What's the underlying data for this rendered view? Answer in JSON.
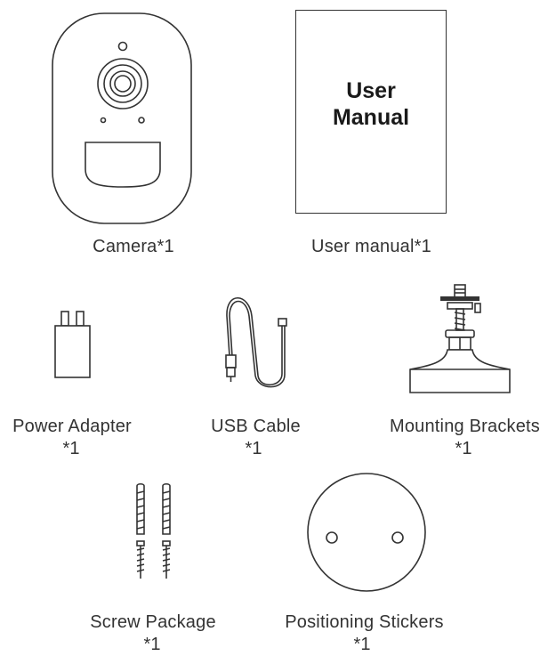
{
  "items": {
    "camera": {
      "label": "Camera*1"
    },
    "user_manual": {
      "label": "User manual*1",
      "cover_line1": "User",
      "cover_line2": "Manual"
    },
    "power_adapter": {
      "label": "Power Adapter",
      "qty": "*1"
    },
    "usb_cable": {
      "label": "USB Cable",
      "qty": "*1"
    },
    "mounting_brackets": {
      "label": "Mounting Brackets",
      "qty": "*1"
    },
    "screw_package": {
      "label": "Screw Package",
      "qty": "*1"
    },
    "positioning_stickers": {
      "label": "Positioning Stickers",
      "qty": "*1"
    }
  }
}
